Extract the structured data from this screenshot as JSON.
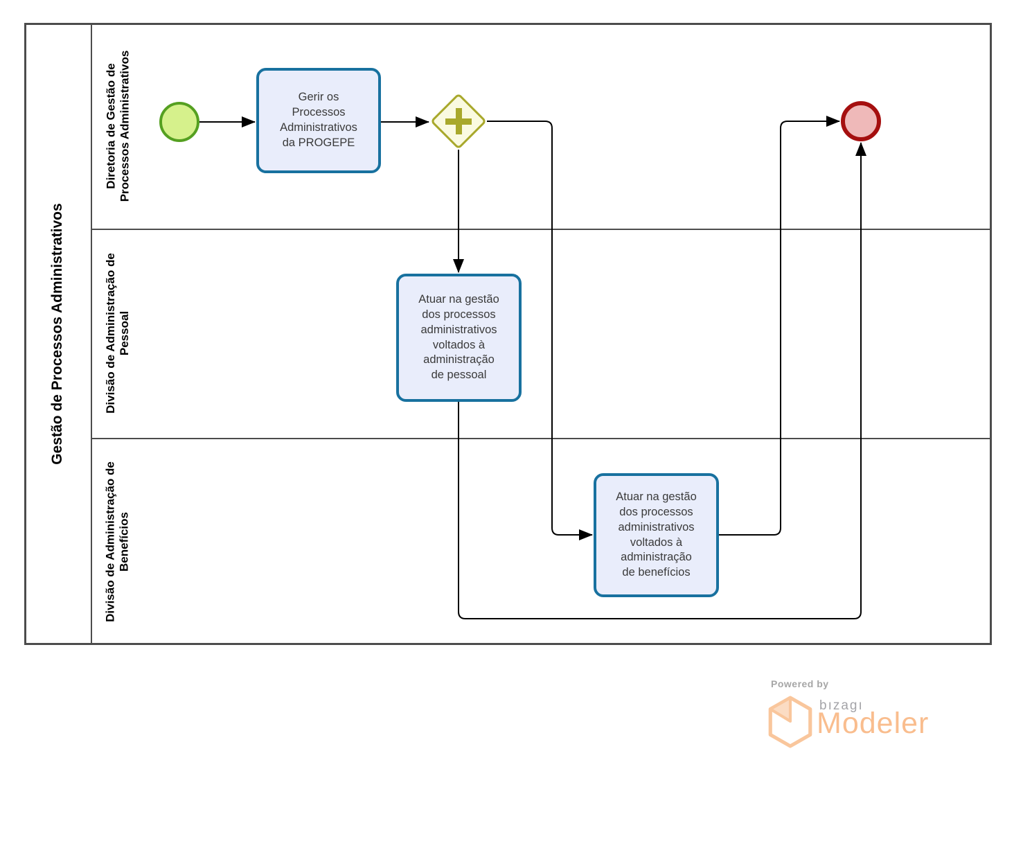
{
  "pool": {
    "title": "Gestão de Processos Administrativos",
    "lanes": [
      {
        "label": "Diretoria de Gestão de\nProcessos Administrativos"
      },
      {
        "label": "Divisão de Administração de\nPessoal"
      },
      {
        "label": "Divisão de Administração de\nBenefícios"
      }
    ]
  },
  "nodes": {
    "start_event": {
      "type": "bpmn-start-event"
    },
    "task_gerir": {
      "type": "bpmn-task",
      "label": "Gerir os\nProcessos\nAdministrativos\nda PROGEPE"
    },
    "gateway_parallel": {
      "type": "bpmn-parallel-gateway"
    },
    "task_pessoal": {
      "type": "bpmn-task",
      "label": "Atuar na gestão\ndos processos\nadministrativos\nvoltados à\nadministração\nde pessoal"
    },
    "task_beneficios": {
      "type": "bpmn-task",
      "label": "Atuar na gestão\ndos processos\nadministrativos\nvoltados à\nadministração\nde benefícios"
    },
    "end_event": {
      "type": "bpmn-end-event"
    }
  },
  "footer": {
    "powered_by": "Powered by",
    "brand": "bızagı",
    "product": "Modeler"
  },
  "colors": {
    "pool-border": "#4c4c4c",
    "task-fill": "#e9edfb",
    "task-border": "#18719f",
    "gw-fill": "#fafae0",
    "gw-border": "#a8a82b",
    "start-fill": "#d6f18c",
    "start-border": "#55a021",
    "end-fill": "#efb9b9",
    "end-border": "#a50f0f",
    "flow": "#000000",
    "brand-peach": "#f9bd8e"
  }
}
